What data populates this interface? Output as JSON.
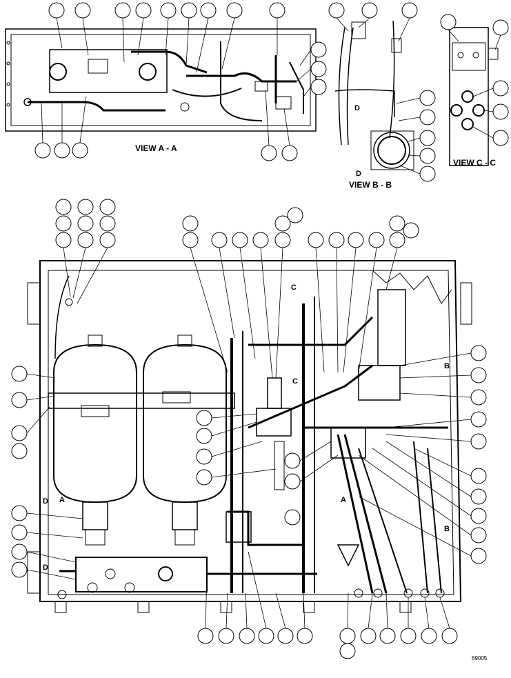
{
  "views": {
    "a": "VIEW A - A",
    "b": "VIEW B - B",
    "c": "VIEW C - C"
  },
  "section_markers": {
    "a": "A",
    "b": "B",
    "c": "C",
    "d": "D"
  },
  "figure_number": "69005"
}
